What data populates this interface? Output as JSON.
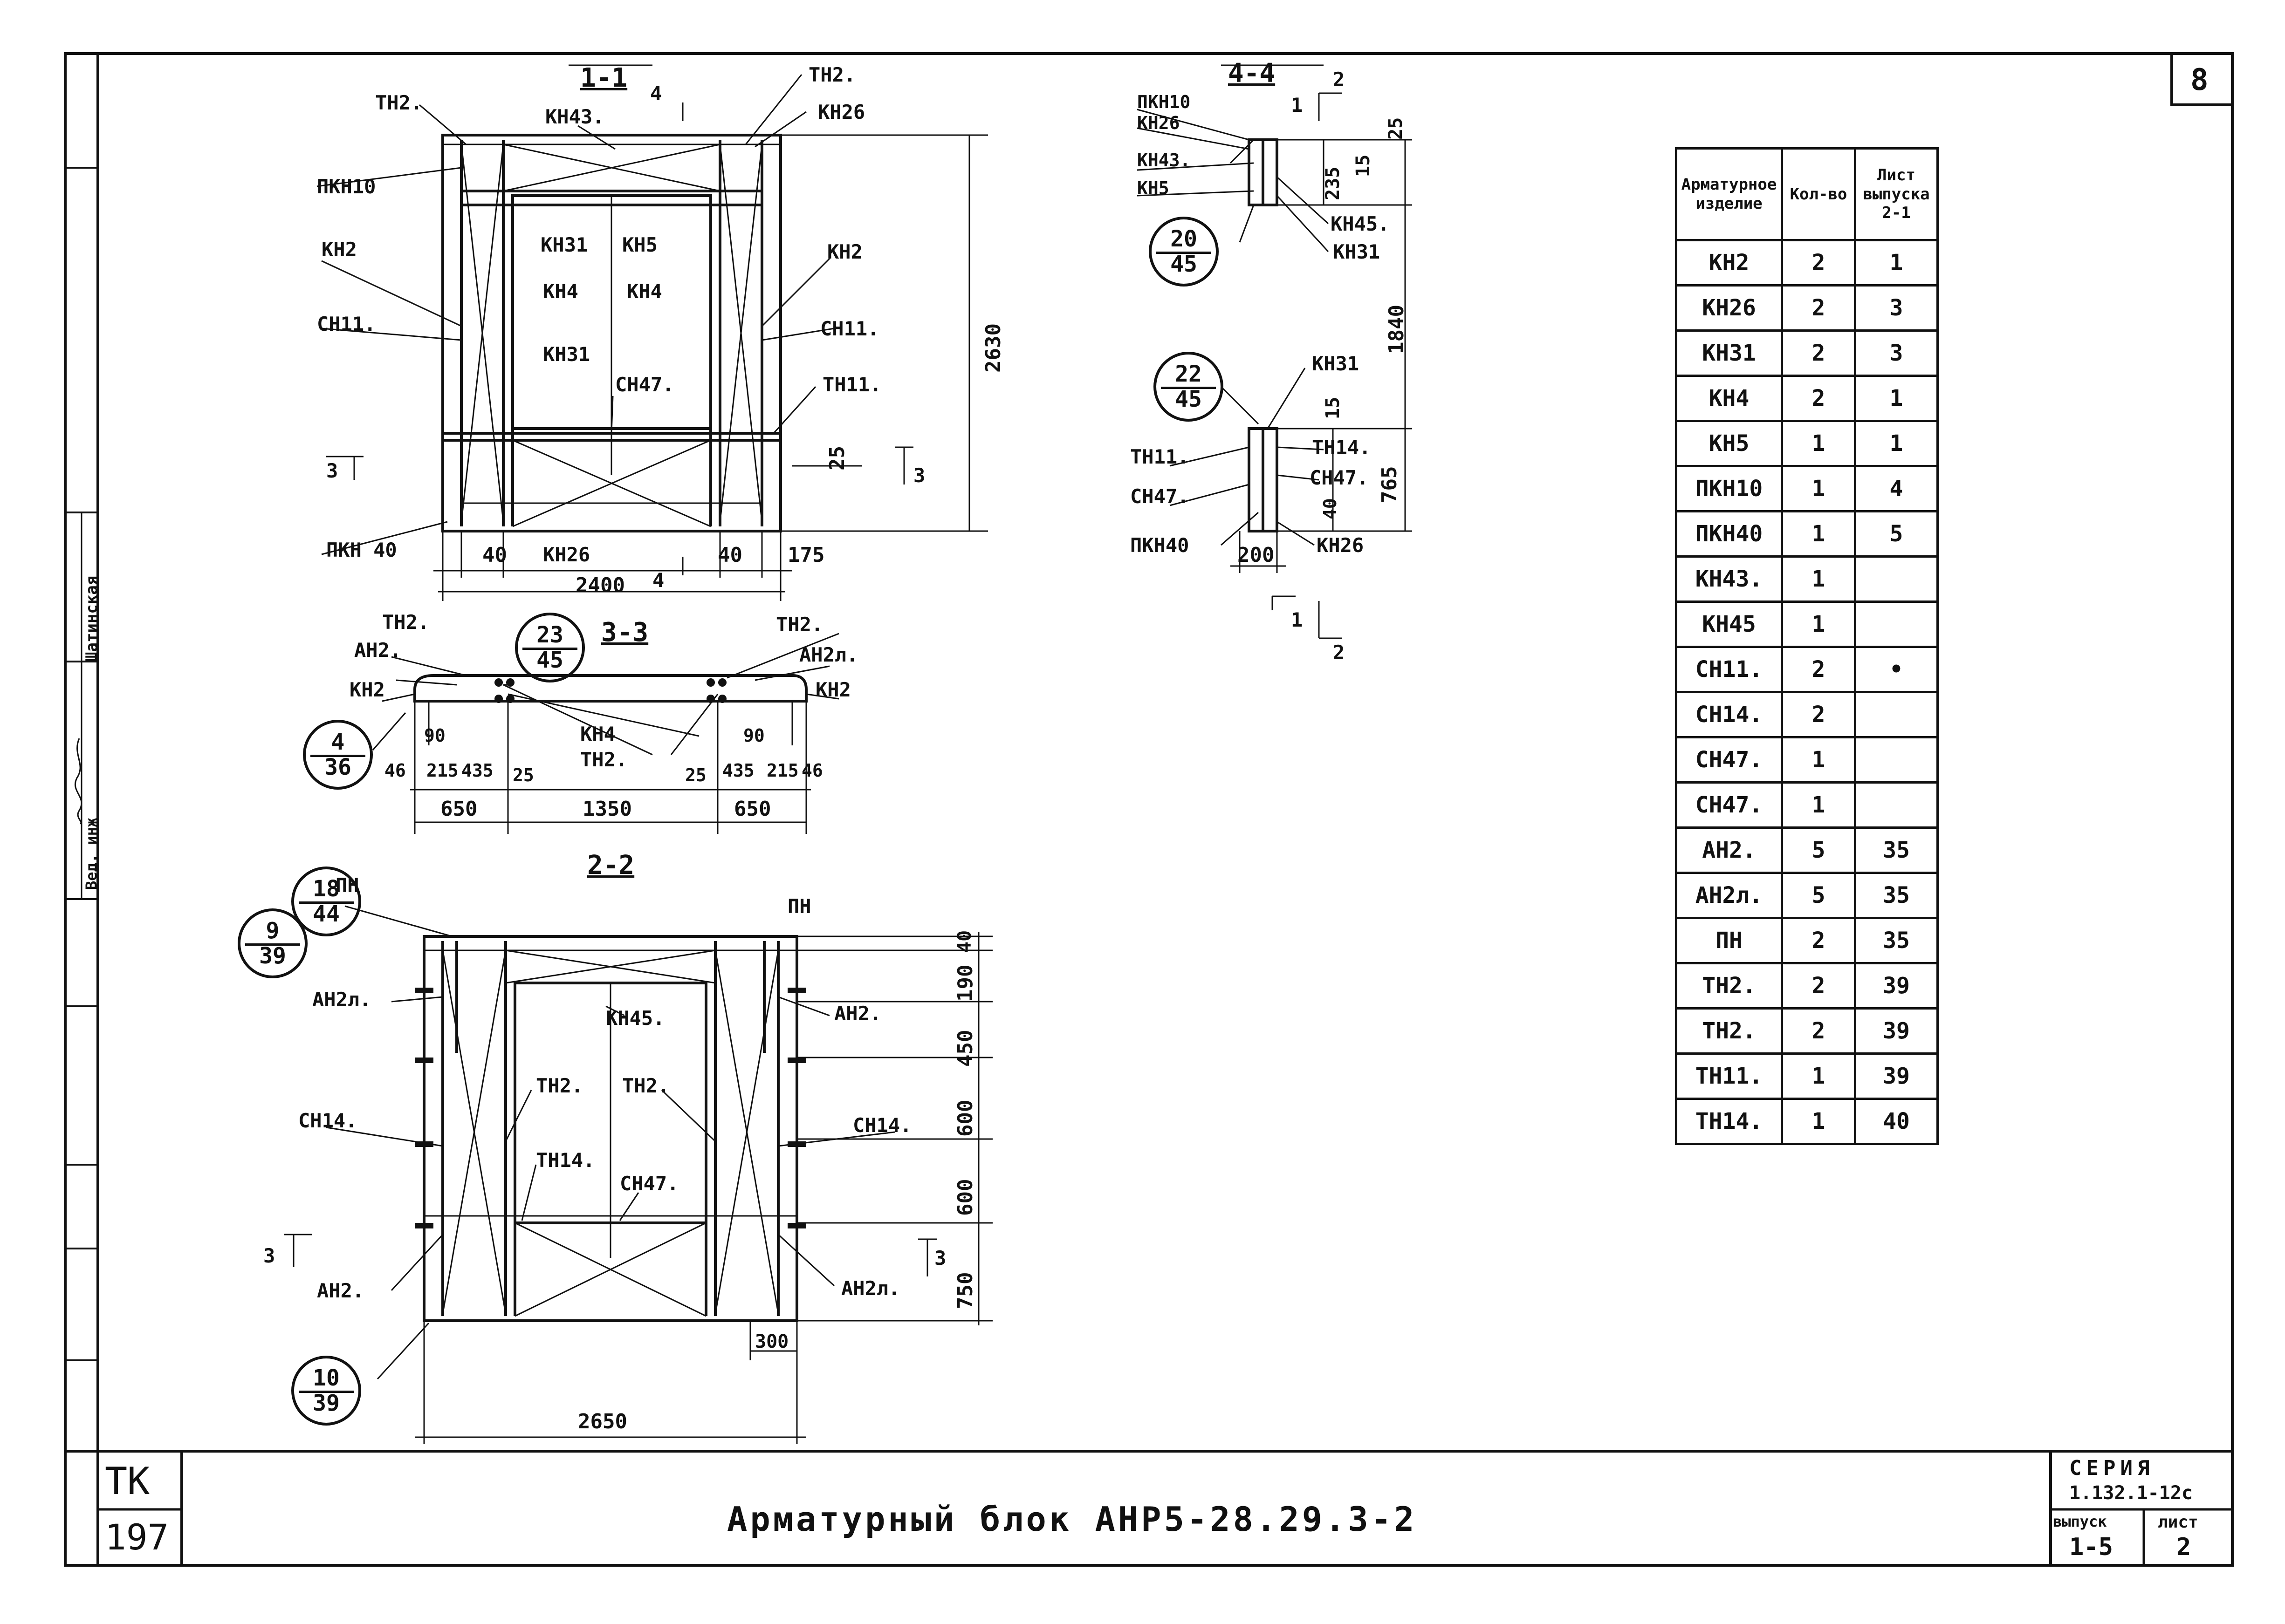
{
  "sheet_number": "8",
  "title_block": {
    "code": "ТК",
    "number": "197",
    "title": "Арматурный блок АНР5-28.29.3-2",
    "series_label": "СЕРИЯ",
    "series_value": "1.132.1-12с",
    "issue_label": "выпуск",
    "issue_value": "1-5",
    "sheet_label": "лист",
    "sheet_value": "2"
  },
  "side_stamp": {
    "name": "Шатинская",
    "role": "Вед. инж"
  },
  "sections": {
    "s11": "1-1",
    "s44": "4-4",
    "s33": "3-3",
    "s22": "2-2"
  },
  "view_1_1": {
    "labels": [
      "ТН2.",
      "КН43.",
      "ТН2.",
      "КН26",
      "ПКН10",
      "КН2",
      "КН31",
      "КН5",
      "КН2",
      "КН4",
      "КН4",
      "СН11.",
      "СН11.",
      "КН31",
      "СН47.",
      "ТН11.",
      "ПКН 40",
      "КН26"
    ],
    "dims": [
      "2630",
      "25",
      "40",
      "40",
      "175",
      "2400"
    ],
    "cut_marks": [
      "4",
      "4",
      "3",
      "3"
    ]
  },
  "view_4_4": {
    "labels": [
      "ПКН10",
      "КН26",
      "КН43.",
      "КН5",
      "КН45.",
      "КН31",
      "КН31",
      "ТН11.",
      "ТН14.",
      "СН47.",
      "СН47.",
      "ПКН40",
      "КН26"
    ],
    "dims": [
      "25",
      "235",
      "15",
      "1840",
      "15",
      "765",
      "40",
      "200"
    ],
    "cut_marks": [
      "1",
      "2",
      "1",
      "2"
    ]
  },
  "view_3_3": {
    "labels": [
      "ТН2.",
      "ТН2.",
      "АН2.",
      "АН2л.",
      "КН2",
      "КН2",
      "КН4",
      "ТН2."
    ],
    "dims_top": [
      "90",
      "90"
    ],
    "dims_mid": [
      "46",
      "215",
      "435",
      "25",
      "25",
      "435",
      "215",
      "46"
    ],
    "dims_bottom": [
      "650",
      "1350",
      "650"
    ]
  },
  "view_2_2": {
    "labels": [
      "ПН",
      "ПН",
      "АН2л.",
      "АН2.",
      "КН45.",
      "ТН2.",
      "ТН2.",
      "СН14.",
      "СН14.",
      "ТН14.",
      "СН47.",
      "АН2.",
      "АН2л."
    ],
    "dims_right": [
      "40",
      "190",
      "450",
      "600",
      "600",
      "750"
    ],
    "dims": [
      "300",
      "2650"
    ],
    "cut_marks": [
      "3",
      "3"
    ]
  },
  "bubbles": [
    {
      "top": "20",
      "bottom": "45"
    },
    {
      "top": "22",
      "bottom": "45"
    },
    {
      "top": "23",
      "bottom": "45"
    },
    {
      "top": "4",
      "bottom": "36"
    },
    {
      "top": "18",
      "bottom": "44"
    },
    {
      "top": "9",
      "bottom": "39"
    },
    {
      "top": "10",
      "bottom": "39"
    }
  ],
  "spec_table": {
    "headers": [
      "Арматурное изделие",
      "Кол-во",
      "Лист выпуска 2-1"
    ],
    "rows": [
      [
        "КН2",
        "2",
        "1"
      ],
      [
        "КН26",
        "2",
        "3"
      ],
      [
        "КН31",
        "2",
        "3"
      ],
      [
        "КН4",
        "2",
        "1"
      ],
      [
        "КН5",
        "1",
        "1"
      ],
      [
        "ПКН10",
        "1",
        "4"
      ],
      [
        "ПКН40",
        "1",
        "5"
      ],
      [
        "КН43.",
        "1",
        ""
      ],
      [
        "КН45",
        "1",
        ""
      ],
      [
        "СН11.",
        "2",
        "•"
      ],
      [
        "СН14.",
        "2",
        ""
      ],
      [
        "СН47.",
        "1",
        ""
      ],
      [
        "СН47.",
        "1",
        ""
      ],
      [
        "АН2.",
        "5",
        "35"
      ],
      [
        "АН2л.",
        "5",
        "35"
      ],
      [
        "ПН",
        "2",
        "35"
      ],
      [
        "ТН2.",
        "2",
        "39"
      ],
      [
        "ТН2.",
        "2",
        "39"
      ],
      [
        "ТН11.",
        "1",
        "39"
      ],
      [
        "ТН14.",
        "1",
        "40"
      ]
    ]
  }
}
